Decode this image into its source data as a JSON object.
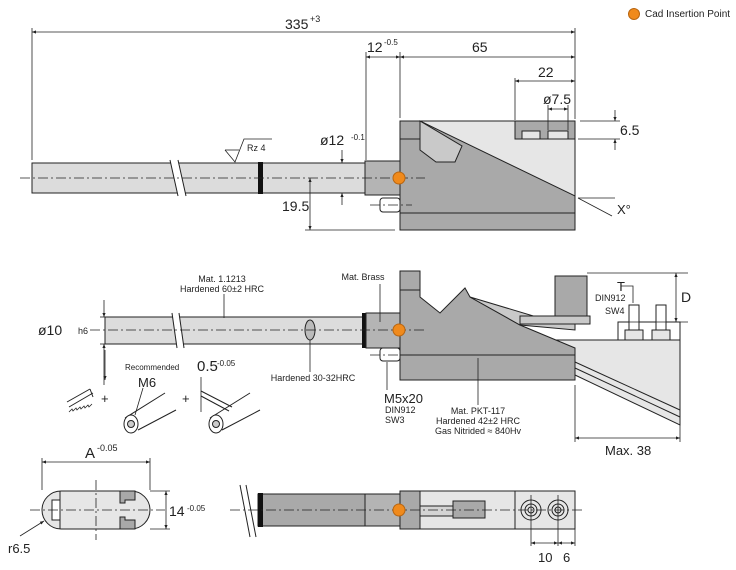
{
  "legend": {
    "label": "Cad Insertion Point",
    "color": "#f08a1c"
  },
  "top_view": {
    "overall_length": "335",
    "overall_tol": "+3",
    "sleeve_length": "12",
    "sleeve_tol": "-0.5",
    "body_length": "65",
    "pin_offset": "22",
    "pin_diameter": "ø7.5",
    "pin_height": "6.5",
    "shaft_diameter": "ø12",
    "shaft_tol": "-0.1",
    "surface_roughness": "Rz 4",
    "axis_height": "19.5",
    "angle": "X°"
  },
  "side_view": {
    "rod_diameter": "ø10",
    "rod_fit": "h6",
    "rod_material": "Mat. 1.1213",
    "rod_hardness": "Hardened 60±2 HRC",
    "sleeve_material": "Mat. Brass",
    "tip_hardness": "Hardened 30-32HRC",
    "screw_size": "M5x20",
    "screw_std": "DIN912",
    "screw_sw": "SW3",
    "body_material": "Mat. PKT-117",
    "body_hardness": "Hardened 42±2 HRC",
    "body_treatment": "Gas Nitrided ≈ 840Hv",
    "screw2_label": "T",
    "screw2_std": "DIN912",
    "screw2_sw": "SW4",
    "height_label": "D",
    "max_label": "Max. 38"
  },
  "cutting": {
    "recommended": "Recommended",
    "thread": "M6",
    "slot_width": "0.5",
    "slot_tol": "-0.05",
    "plus": "+"
  },
  "bottom_view": {
    "length_label": "A",
    "length_tol": "-0.05",
    "width": "14",
    "width_tol": "-0.05",
    "radius": "r6.5",
    "hole_spacing": "10",
    "hole_edge": "6"
  }
}
